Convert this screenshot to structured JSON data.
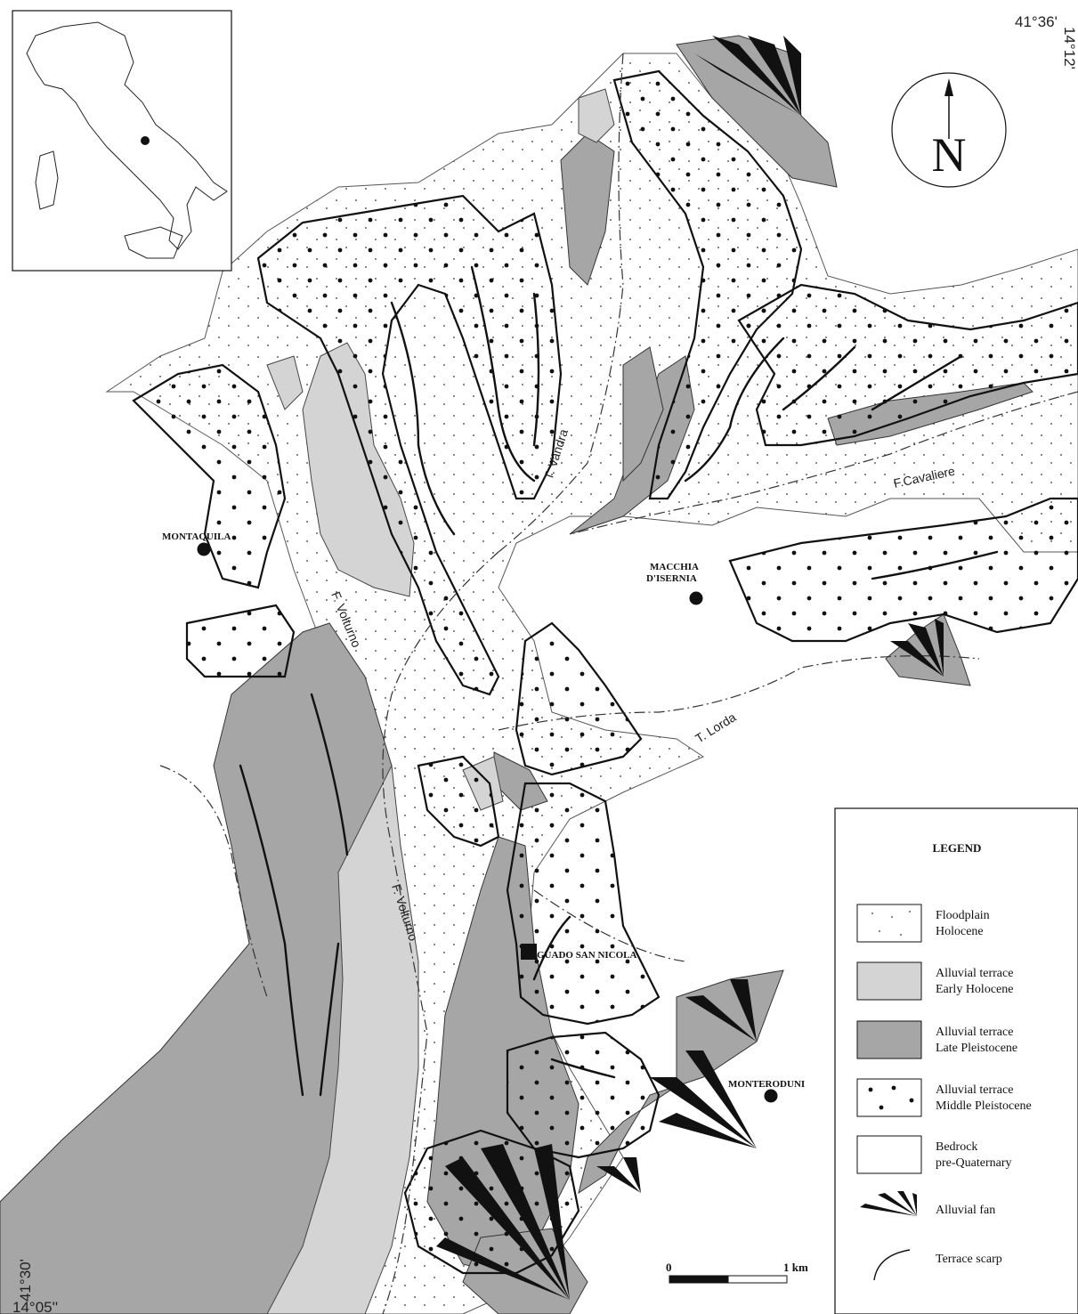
{
  "coordinates": {
    "top_lat": "41°36'",
    "top_lon": "14°12'",
    "bottom_lat": "41°30'",
    "bottom_lon": "14°05''"
  },
  "towns": [
    {
      "name": "MONTAQUILA"
    },
    {
      "name_line1": "MACCHIA",
      "name_line2": "D'ISERNIA"
    },
    {
      "name": "GUADO SAN NICOLA"
    },
    {
      "name": "MONTERODUNI"
    }
  ],
  "rivers": {
    "vandra": "T. Vandra",
    "cavaliere": "F.Cavaliere",
    "lorda": "T. Lorda",
    "volturno_upper": "F. Volturno",
    "volturno_lower": "F. Volturno"
  },
  "compass": {
    "label": "N"
  },
  "scale": {
    "start": "0",
    "end": "1 km"
  },
  "legend": {
    "title": "LEGEND",
    "items": [
      {
        "line1": "Floodplain",
        "line2": "Holocene",
        "symbol": "dotted-fine"
      },
      {
        "line1": "Alluvial terrace",
        "line2": "Early Holocene",
        "symbol": "light-gray",
        "color": "#d4d4d4"
      },
      {
        "line1": "Alluvial terrace",
        "line2": "Late Pleistocene",
        "symbol": "mid-gray",
        "color": "#a6a6a6"
      },
      {
        "line1": "Alluvial terrace",
        "line2": "Middle Pleistocene",
        "symbol": "dotted-coarse"
      },
      {
        "line1": "Bedrock",
        "line2": "pre-Quaternary",
        "symbol": "blank"
      },
      {
        "line1": "Alluvial fan",
        "symbol": "fan"
      },
      {
        "line1": "Terrace scarp",
        "symbol": "scarp"
      }
    ]
  },
  "colors": {
    "early_holocene": "#d4d4d4",
    "late_pleistocene": "#a6a6a6",
    "fan": "#111111",
    "ink": "#111111"
  }
}
